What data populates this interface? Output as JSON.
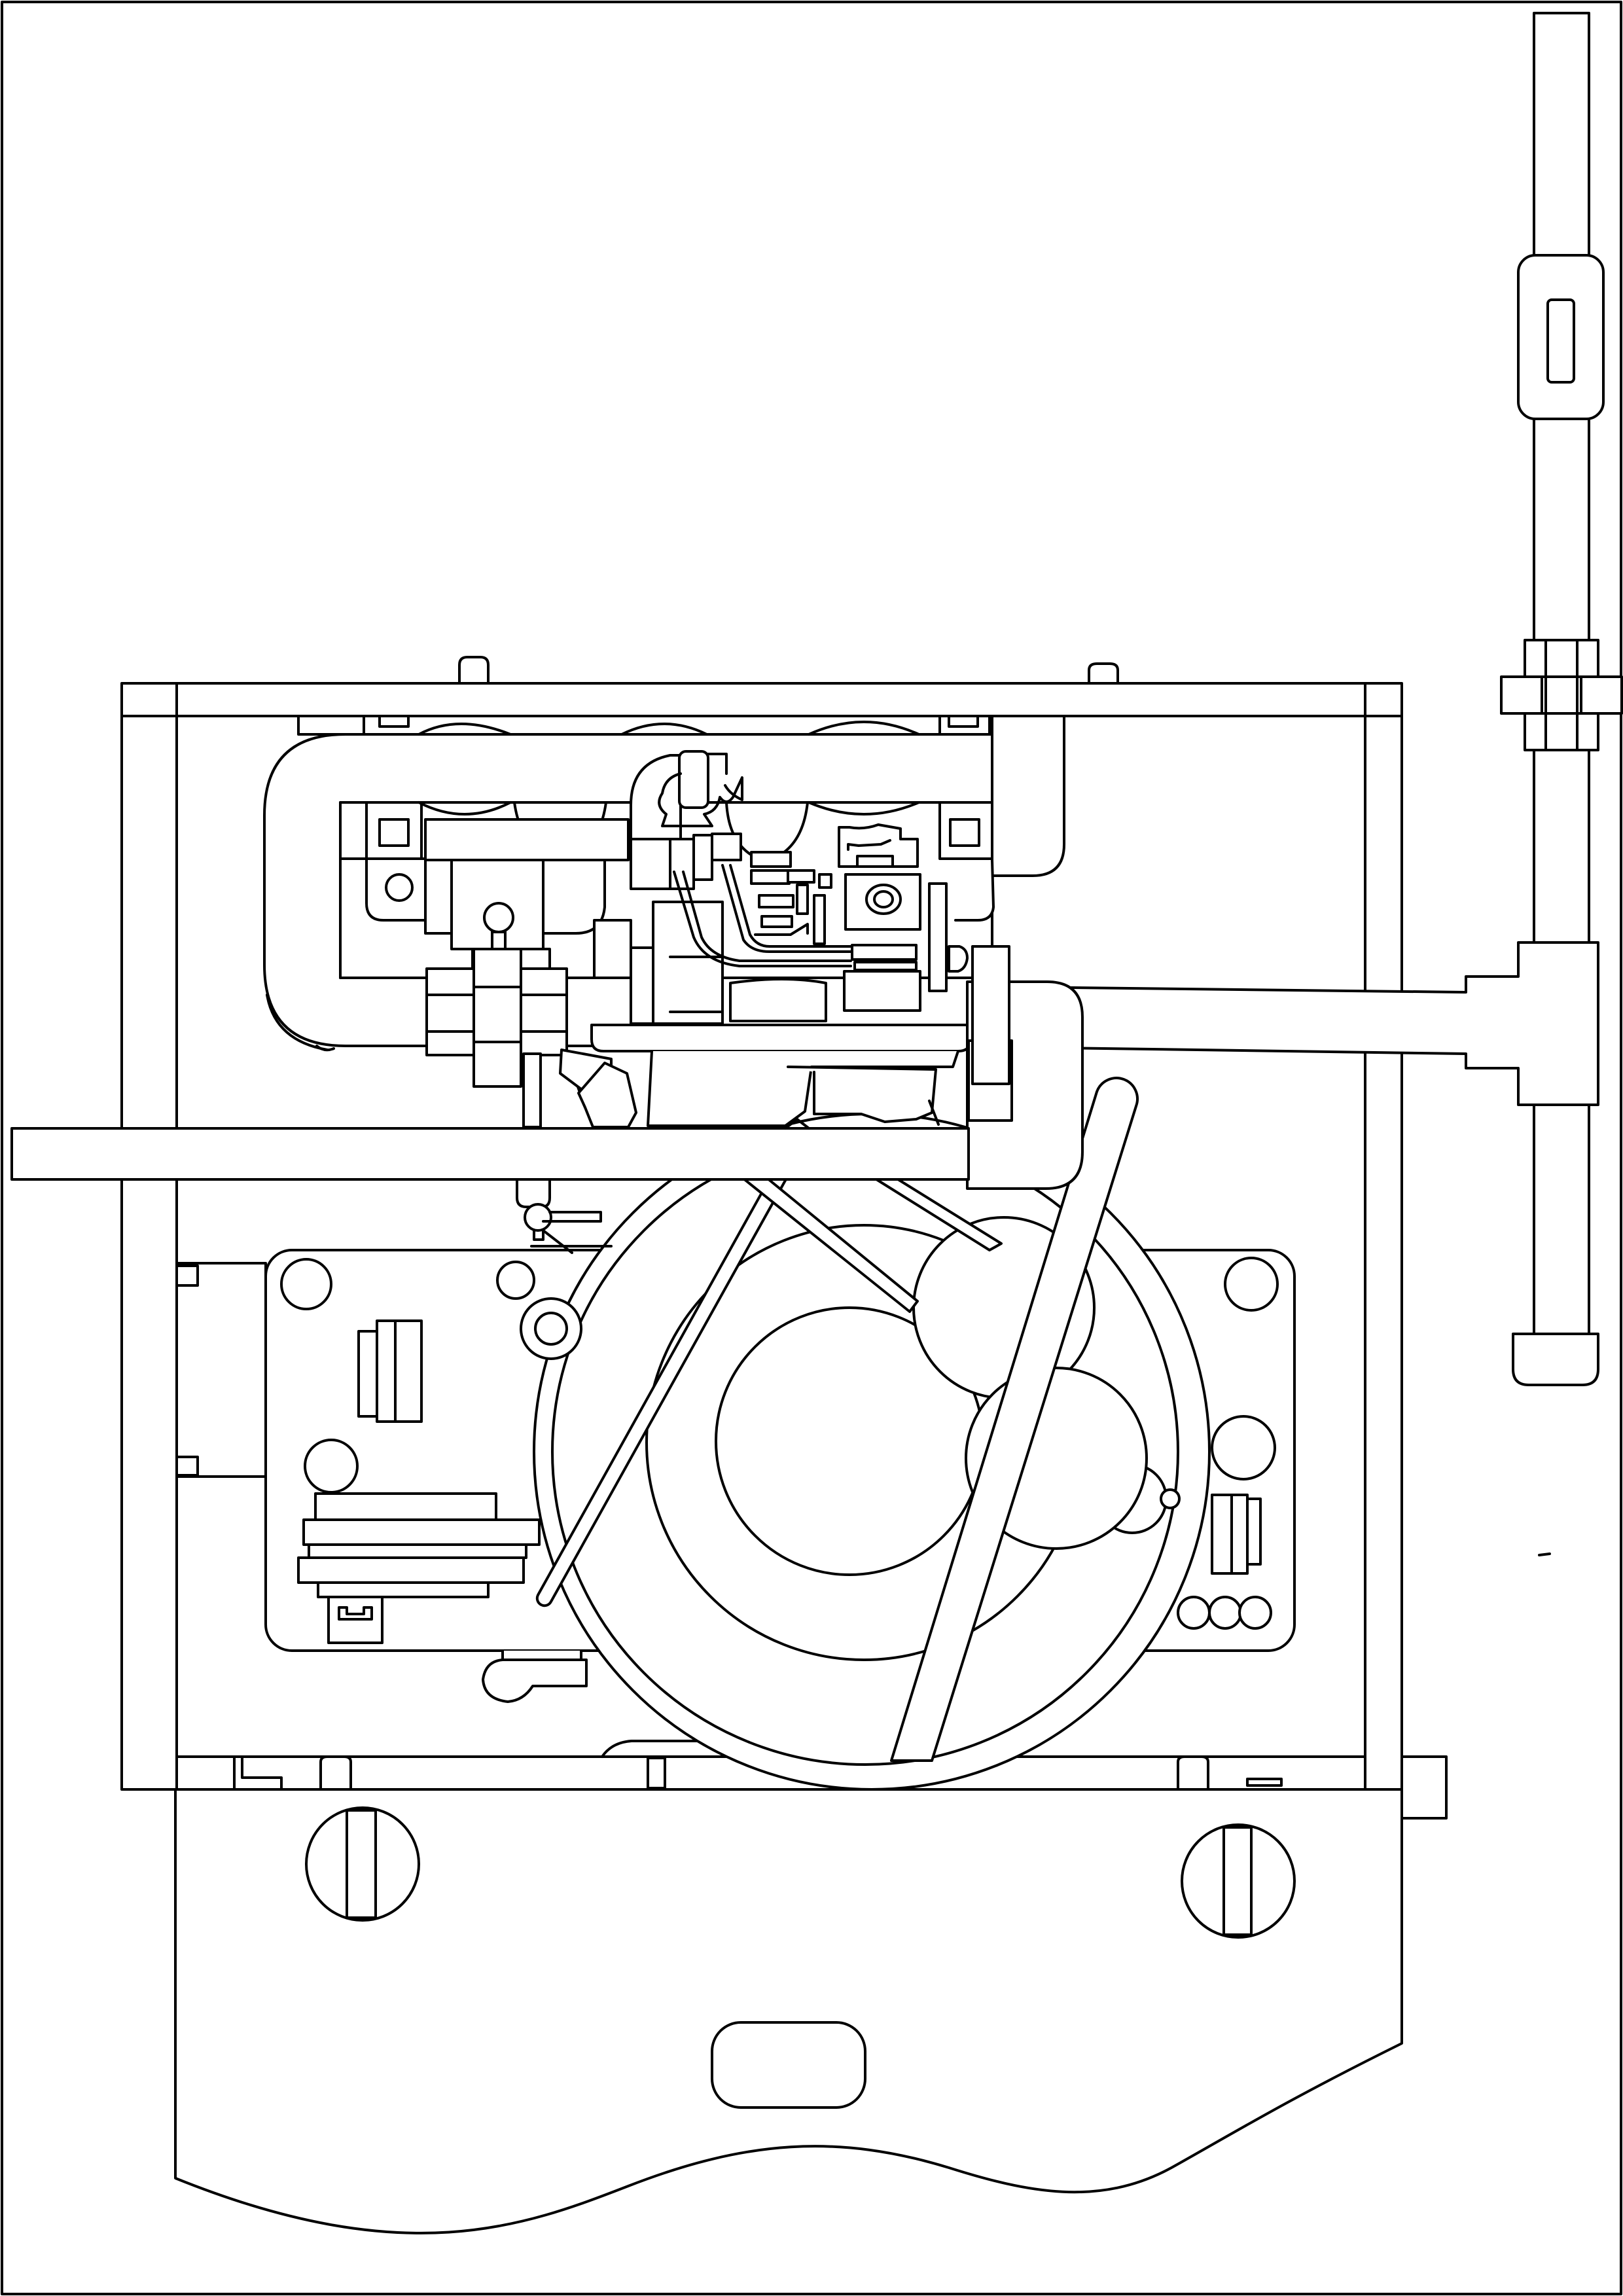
{
  "page": {
    "background": "#ffffff",
    "line_color": "#000000",
    "style": "black outline line drawing on white",
    "text_labels": []
  },
  "parts": [
    {
      "name": "outer-border"
    },
    {
      "name": "right-vertical-rod"
    },
    {
      "name": "rod-clamp-block"
    },
    {
      "name": "rod-coupling"
    },
    {
      "name": "rod-end-cap"
    },
    {
      "name": "main-frame"
    },
    {
      "name": "horizontal-arm"
    },
    {
      "name": "left-horizontal-bar"
    },
    {
      "name": "tubular-loop"
    },
    {
      "name": "mechanism-assembly"
    },
    {
      "name": "lower-plate"
    },
    {
      "name": "large-disc"
    },
    {
      "name": "diagonal-rods"
    },
    {
      "name": "bottom-housing"
    },
    {
      "name": "adjustment-screws"
    },
    {
      "name": "housing-slot"
    }
  ]
}
